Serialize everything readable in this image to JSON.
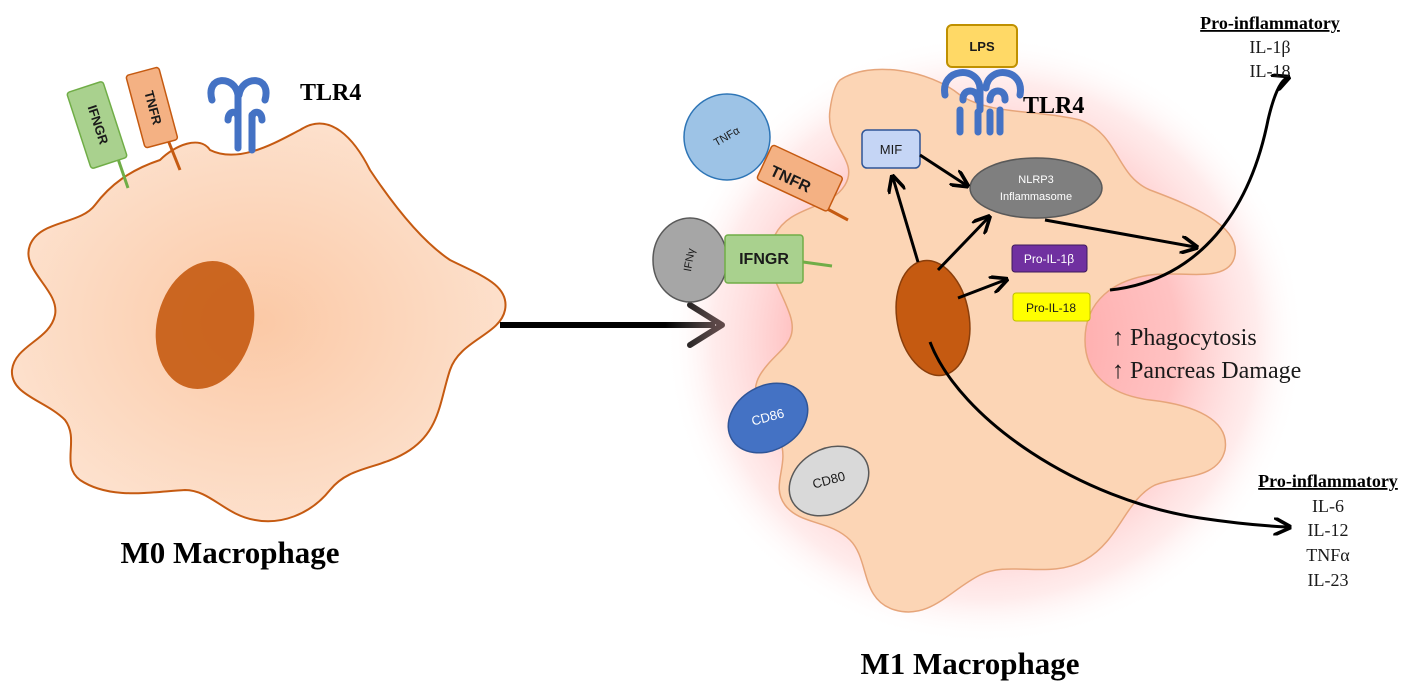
{
  "m0": {
    "title": "M0 Macrophage",
    "receptors": {
      "ifngr": "IFNGR",
      "tnfr": "TNFR",
      "tlr4": "TLR4"
    }
  },
  "m1": {
    "title": "M1 Macrophage",
    "ligands": {
      "lps": "LPS",
      "tnfa": "TNFα",
      "ifng": "IFNγ"
    },
    "receptors": {
      "tlr4": "TLR4",
      "tnfr": "TNFR",
      "ifngr": "IFNGR"
    },
    "mif": "MIF",
    "nlrp3": {
      "line1": "NLRP3",
      "line2": "Inflammasome"
    },
    "pro_il1b": "Pro-IL-1β",
    "pro_il18": "Pro-IL-18",
    "markers": {
      "cd86": "CD86",
      "cd80": "CD80"
    },
    "effects": [
      "↑ Phagocytosis",
      "↑ Pancreas Damage"
    ]
  },
  "outputs": {
    "top": {
      "header": "Pro-inflammatory",
      "items": [
        "IL-1β",
        "IL-18"
      ]
    },
    "bottom": {
      "header": "Pro-inflammatory",
      "items": [
        "IL-6",
        "IL-12",
        "TNFα",
        "IL-23"
      ]
    }
  },
  "colors": {
    "cell_fill": "#fcd5b5",
    "cell_stroke": "#c55a11",
    "nucleus": "#c55a11",
    "glow": "#ff8a8a",
    "ifngr": "#a9d18e",
    "tnfr": "#f4b183",
    "tlr4": "#4472c4",
    "lps": "#ffd966",
    "tnfa": "#9dc3e6",
    "ifng": "#a6a6a6",
    "mif": "#c5d5f5",
    "nlrp3": "#7f7f7f",
    "pro_il1b": "#7030a0",
    "pro_il18": "#ffff00",
    "cd86": "#4472c4",
    "cd80": "#d9d9d9"
  }
}
